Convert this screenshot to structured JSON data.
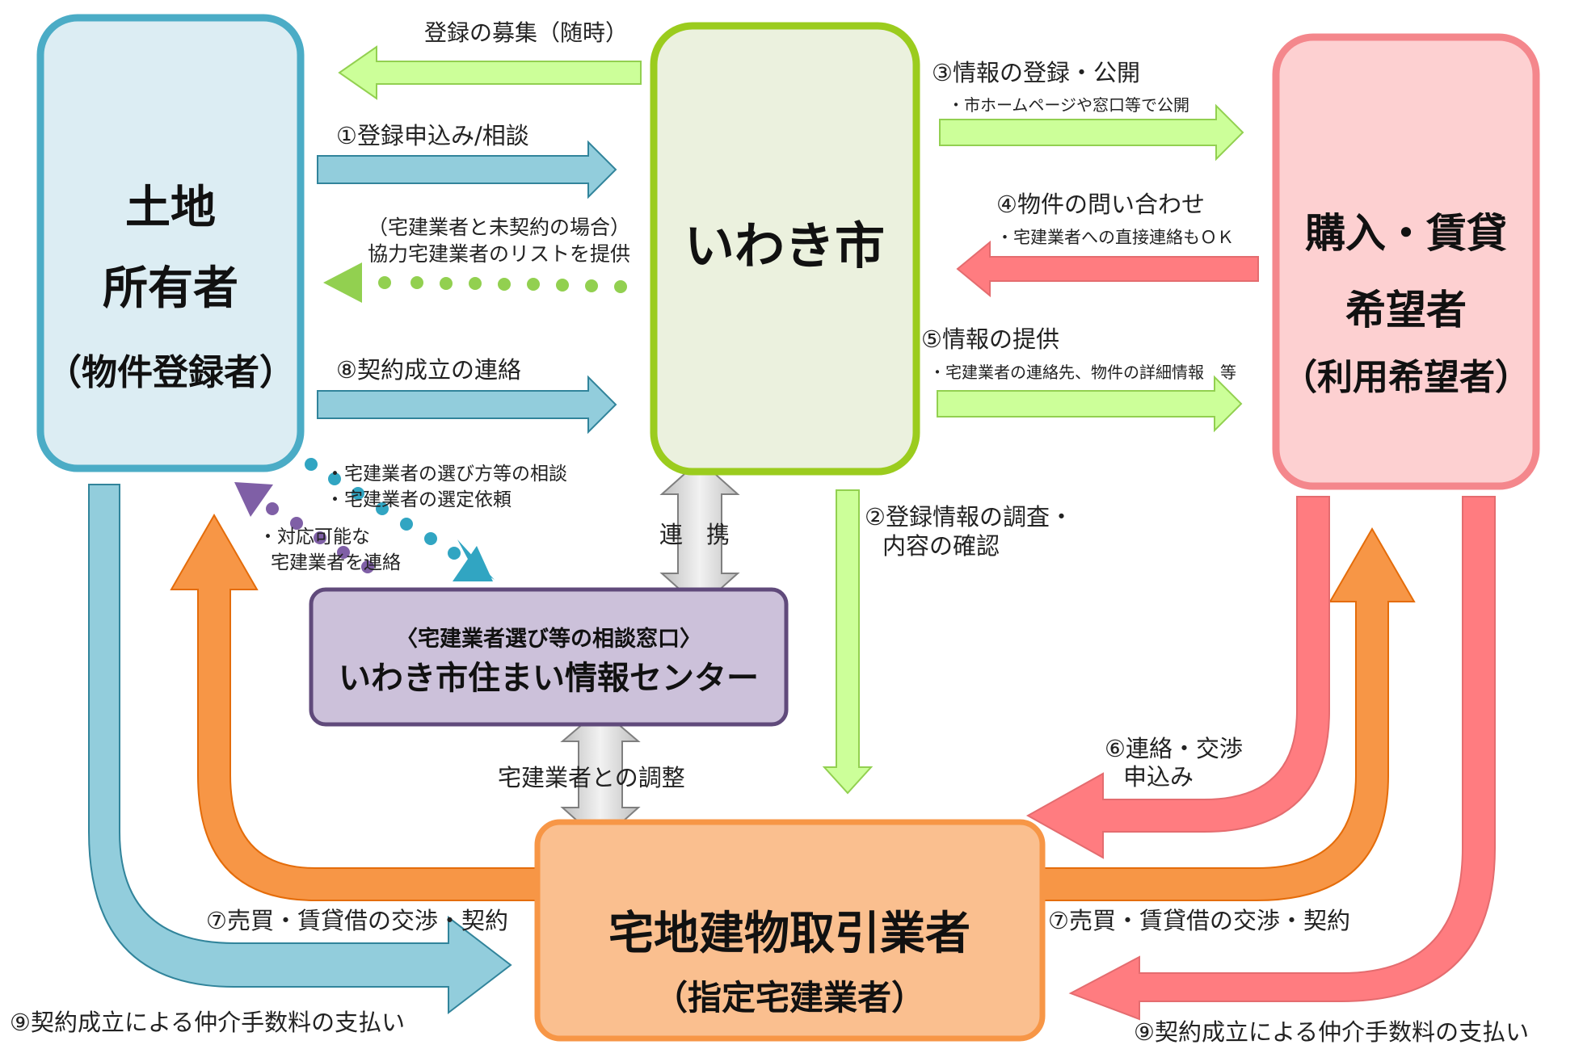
{
  "nodes": {
    "owner": {
      "line1": "土地",
      "line2": "所有者",
      "line3": "（物件登録者）"
    },
    "city": {
      "name": "いわき市"
    },
    "buyer": {
      "line1": "購入・賃貸",
      "line2": "希望者",
      "line3": "（利用希望者）"
    },
    "center": {
      "line1": "〈宅建業者選び等の相談窓口〉",
      "line2": "いわき市住まい情報センター"
    },
    "agent": {
      "line1": "宅地建物取引業者",
      "line2": "（指定宅建業者）"
    }
  },
  "flows": {
    "recruit": "登録の募集（随時）",
    "step1": "①登録申込み/相談",
    "unsigned_case": "（宅建業者と未契約の場合）",
    "list_provide": "協力宅建業者のリストを提供",
    "step8": "⑧契約成立の連絡",
    "step3": "③情報の登録・公開",
    "step3_note": "・市ホームページや窓口等で公開",
    "step4": "④物件の問い合わせ",
    "step4_note": "・宅建業者への直接連絡もＯＫ",
    "step5": "⑤情報の提供",
    "step5_note": "・宅建業者の連絡先、物件の詳細情報　等",
    "consult1": "・宅建業者の選び方等の相談",
    "consult2": "・宅建業者の選定依頼",
    "reply1": "・対応可能な",
    "reply2": "宅建業者を連絡",
    "cooperation": "連　携",
    "step2a": "②登録情報の調査・",
    "step2b": "内容の確認",
    "coordination": "宅建業者との調整",
    "step6a": "⑥連絡・交渉",
    "step6b": "申込み",
    "step7_left": "⑦売買・賃貸借の交渉・契約",
    "step7_right": "⑦売買・賃貸借の交渉・契約",
    "step9_left": "⑨契約成立による仲介手数料の支払い",
    "step9_right": "⑨契約成立による仲介手数料の支払い"
  },
  "colors": {
    "owner_fill": "#dcedf3",
    "owner_border": "#4fb0c6",
    "city_fill": "#ebf1de",
    "city_border": "#92d050",
    "buyer_fill": "#fdd3d3",
    "buyer_border": "#f4878c",
    "center_fill": "#ccc1da",
    "center_border": "#604a7b",
    "agent_fill": "#fac090",
    "agent_border": "#f79646",
    "blue_arrow": "#92cddc",
    "green_arrow": "#ccff99",
    "red_arrow": "#ff7c80",
    "orange_arrow": "#f79646",
    "gray_arrow": "#d9d9d9"
  }
}
